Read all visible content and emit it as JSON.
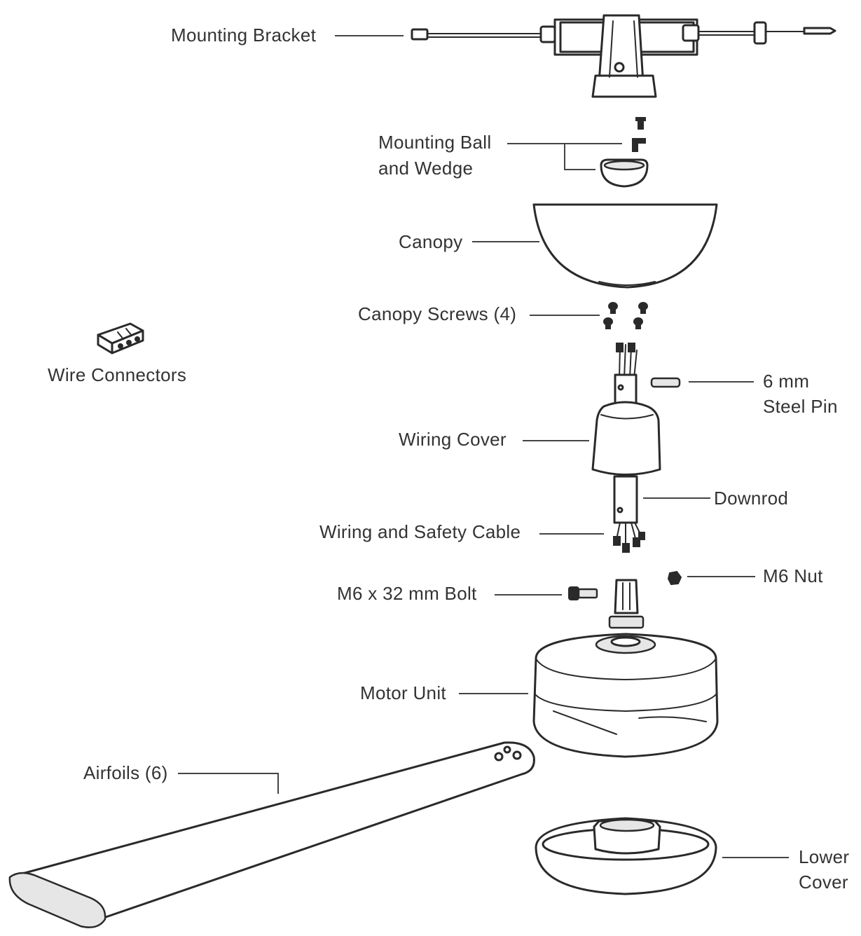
{
  "labels": {
    "mounting_bracket": "Mounting Bracket",
    "mounting_ball_line1": "Mounting Ball",
    "mounting_ball_line2": "and Wedge",
    "canopy": "Canopy",
    "canopy_screws": "Canopy Screws (4)",
    "wire_connectors": "Wire Connectors",
    "steel_pin_line1": "6 mm",
    "steel_pin_line2": "Steel Pin",
    "wiring_cover": "Wiring Cover",
    "downrod": "Downrod",
    "wiring_safety_cable": "Wiring and Safety Cable",
    "m6_nut": "M6 Nut",
    "bolt": "M6 x 32 mm Bolt",
    "motor_unit": "Motor Unit",
    "airfoils": "Airfoils (6)",
    "lower_cover_line1": "Lower",
    "lower_cover_line2": "Cover"
  }
}
